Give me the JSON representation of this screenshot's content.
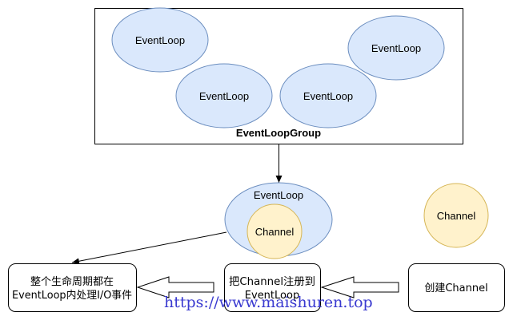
{
  "group": {
    "label": "EventLoopGroup",
    "loops": [
      "EventLoop",
      "EventLoop",
      "EventLoop",
      "EventLoop"
    ]
  },
  "loop": {
    "label": "EventLoop",
    "inner_channel": "Channel"
  },
  "standalone_channel": "Channel",
  "boxes": {
    "lifecycle": [
      "整个生命周期都在",
      "EventLoop内处理I/O事件"
    ],
    "register": [
      "把Channel注册到",
      "EventLoop"
    ],
    "create": "创建Channel"
  },
  "watermark": "https://www.maishuren.top",
  "colors": {
    "ellipse_fill": "#dae8fc",
    "ellipse_stroke": "#6c8ebf",
    "channel_fill": "#fff2cc",
    "channel_stroke": "#d6b656",
    "watermark": "#3a3ad0"
  }
}
